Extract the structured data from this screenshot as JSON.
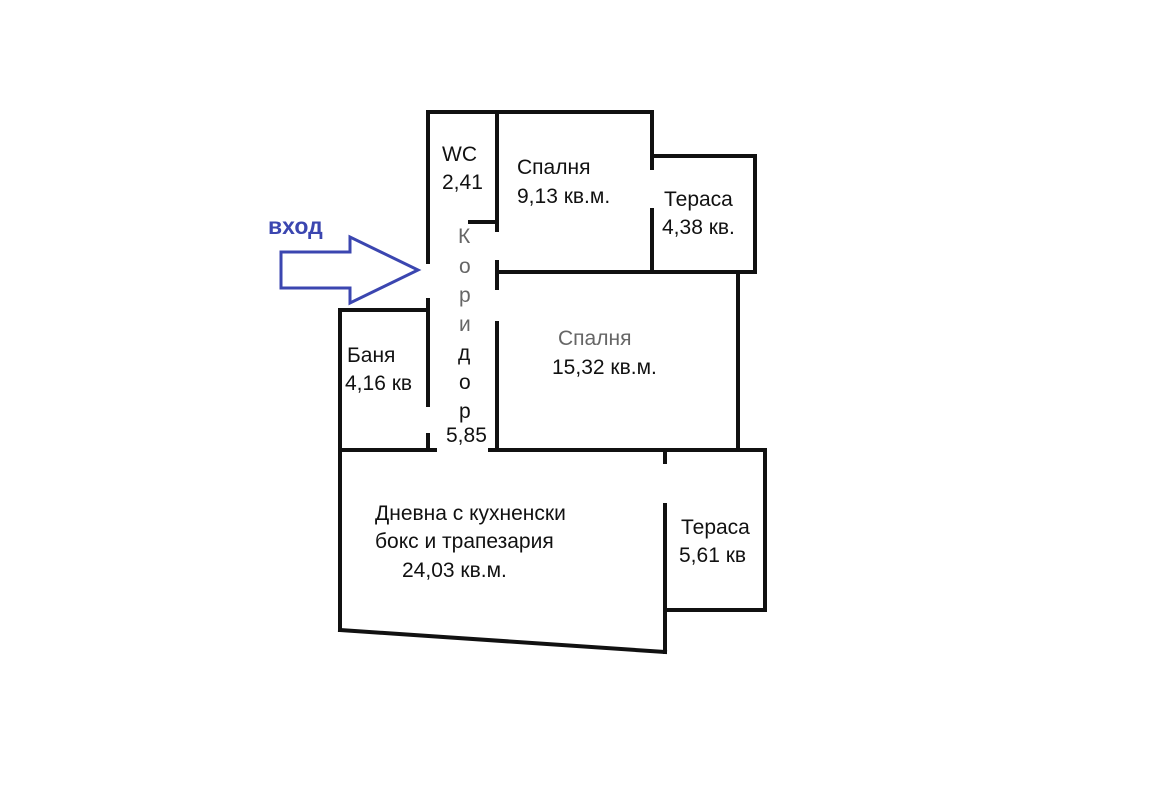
{
  "plan": {
    "entrance_label": "вход",
    "colors": {
      "entrance": "#3b46b0",
      "walls": "#111111"
    },
    "rooms": {
      "wc": {
        "name": "WC",
        "area": "2,41"
      },
      "bedroom_small": {
        "name": "Спалня",
        "area": "9,13 кв.м."
      },
      "terrace_top": {
        "name": "Тераса",
        "area": "4,38 кв."
      },
      "corridor": {
        "name_letters": [
          "К",
          "о",
          "р",
          "и",
          "д",
          "о",
          "р"
        ],
        "area": "5,85"
      },
      "bathroom": {
        "name": "Баня",
        "area": "4,16 кв"
      },
      "bedroom_large": {
        "name": "Спалня",
        "area": "15,32 кв.м."
      },
      "living": {
        "line1": "Дневна с кухненски",
        "line2": "бокс и трапезария",
        "area": "24,03 кв.м."
      },
      "terrace_bottom": {
        "name": "Тераса",
        "area": "5,61 кв"
      }
    }
  }
}
